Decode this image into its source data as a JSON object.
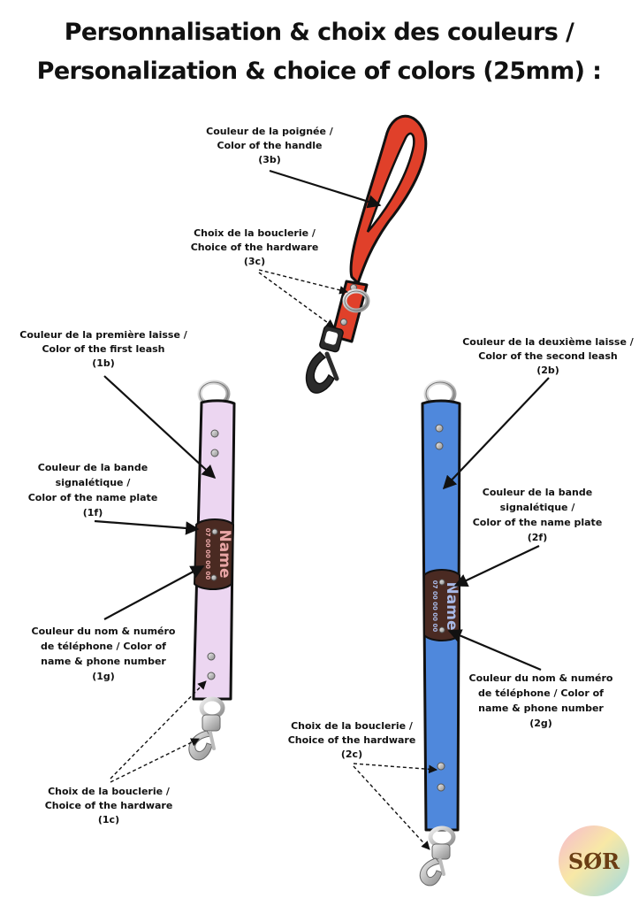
{
  "title": {
    "line1": "Personnalisation & choix des couleurs /",
    "line2": "Personalization & choice of colors (25mm) :"
  },
  "labels": {
    "handle": [
      "Couleur de la poignée /",
      "Color of the handle",
      "(3b)"
    ],
    "hardware_3c": [
      "Choix de la bouclerie /",
      "Choice of the hardware",
      "(3c)"
    ],
    "first_leash": [
      "Couleur de la première  laisse /",
      "Color of the first leash",
      "(1b)"
    ],
    "second_leash": [
      "Couleur de la deuxième laisse /",
      "Color of the second leash",
      "(2b)"
    ],
    "plate_1f": [
      "Couleur de la bande",
      "signalétique /",
      "Color of the name plate",
      "(1f)"
    ],
    "plate_2f": [
      "Couleur de la bande",
      "signalétique /",
      "Color of the name plate",
      "(2f)"
    ],
    "name_1g": [
      "Couleur du nom & numéro",
      "de téléphone / Color of",
      "name & phone number",
      "(1g)"
    ],
    "name_2g": [
      "Couleur du nom & numéro",
      "de téléphone / Color of",
      "name & phone number",
      "(2g)"
    ],
    "hardware_2c": [
      "Choix de la bouclerie /",
      "Choice of the hardware",
      "(2c)"
    ],
    "hardware_1c": [
      "Choix de la bouclerie /",
      "Choice of the hardware",
      "(1c)"
    ]
  },
  "plates": {
    "left": {
      "name": "Name",
      "phone": "07 00 00 00 00"
    },
    "right": {
      "name": "Name",
      "phone": "07 00 00 00 00"
    }
  },
  "logo": {
    "text": "SØR"
  },
  "colors": {
    "handle_red": "#e0402a",
    "first_leash_lilac": "#ecd6f1",
    "second_leash_blue": "#4f88dc",
    "plate_brown": "#4a2a22",
    "left_name_color": "#e9a6a6",
    "right_name_color": "#a8b9e6",
    "hardware_silver": "#c8c8c8",
    "snap_hook_black": "#2b2b2b"
  },
  "icons": [
    "d-ring-icon",
    "snap-hook-icon",
    "rivet-icon",
    "logo-icon"
  ]
}
